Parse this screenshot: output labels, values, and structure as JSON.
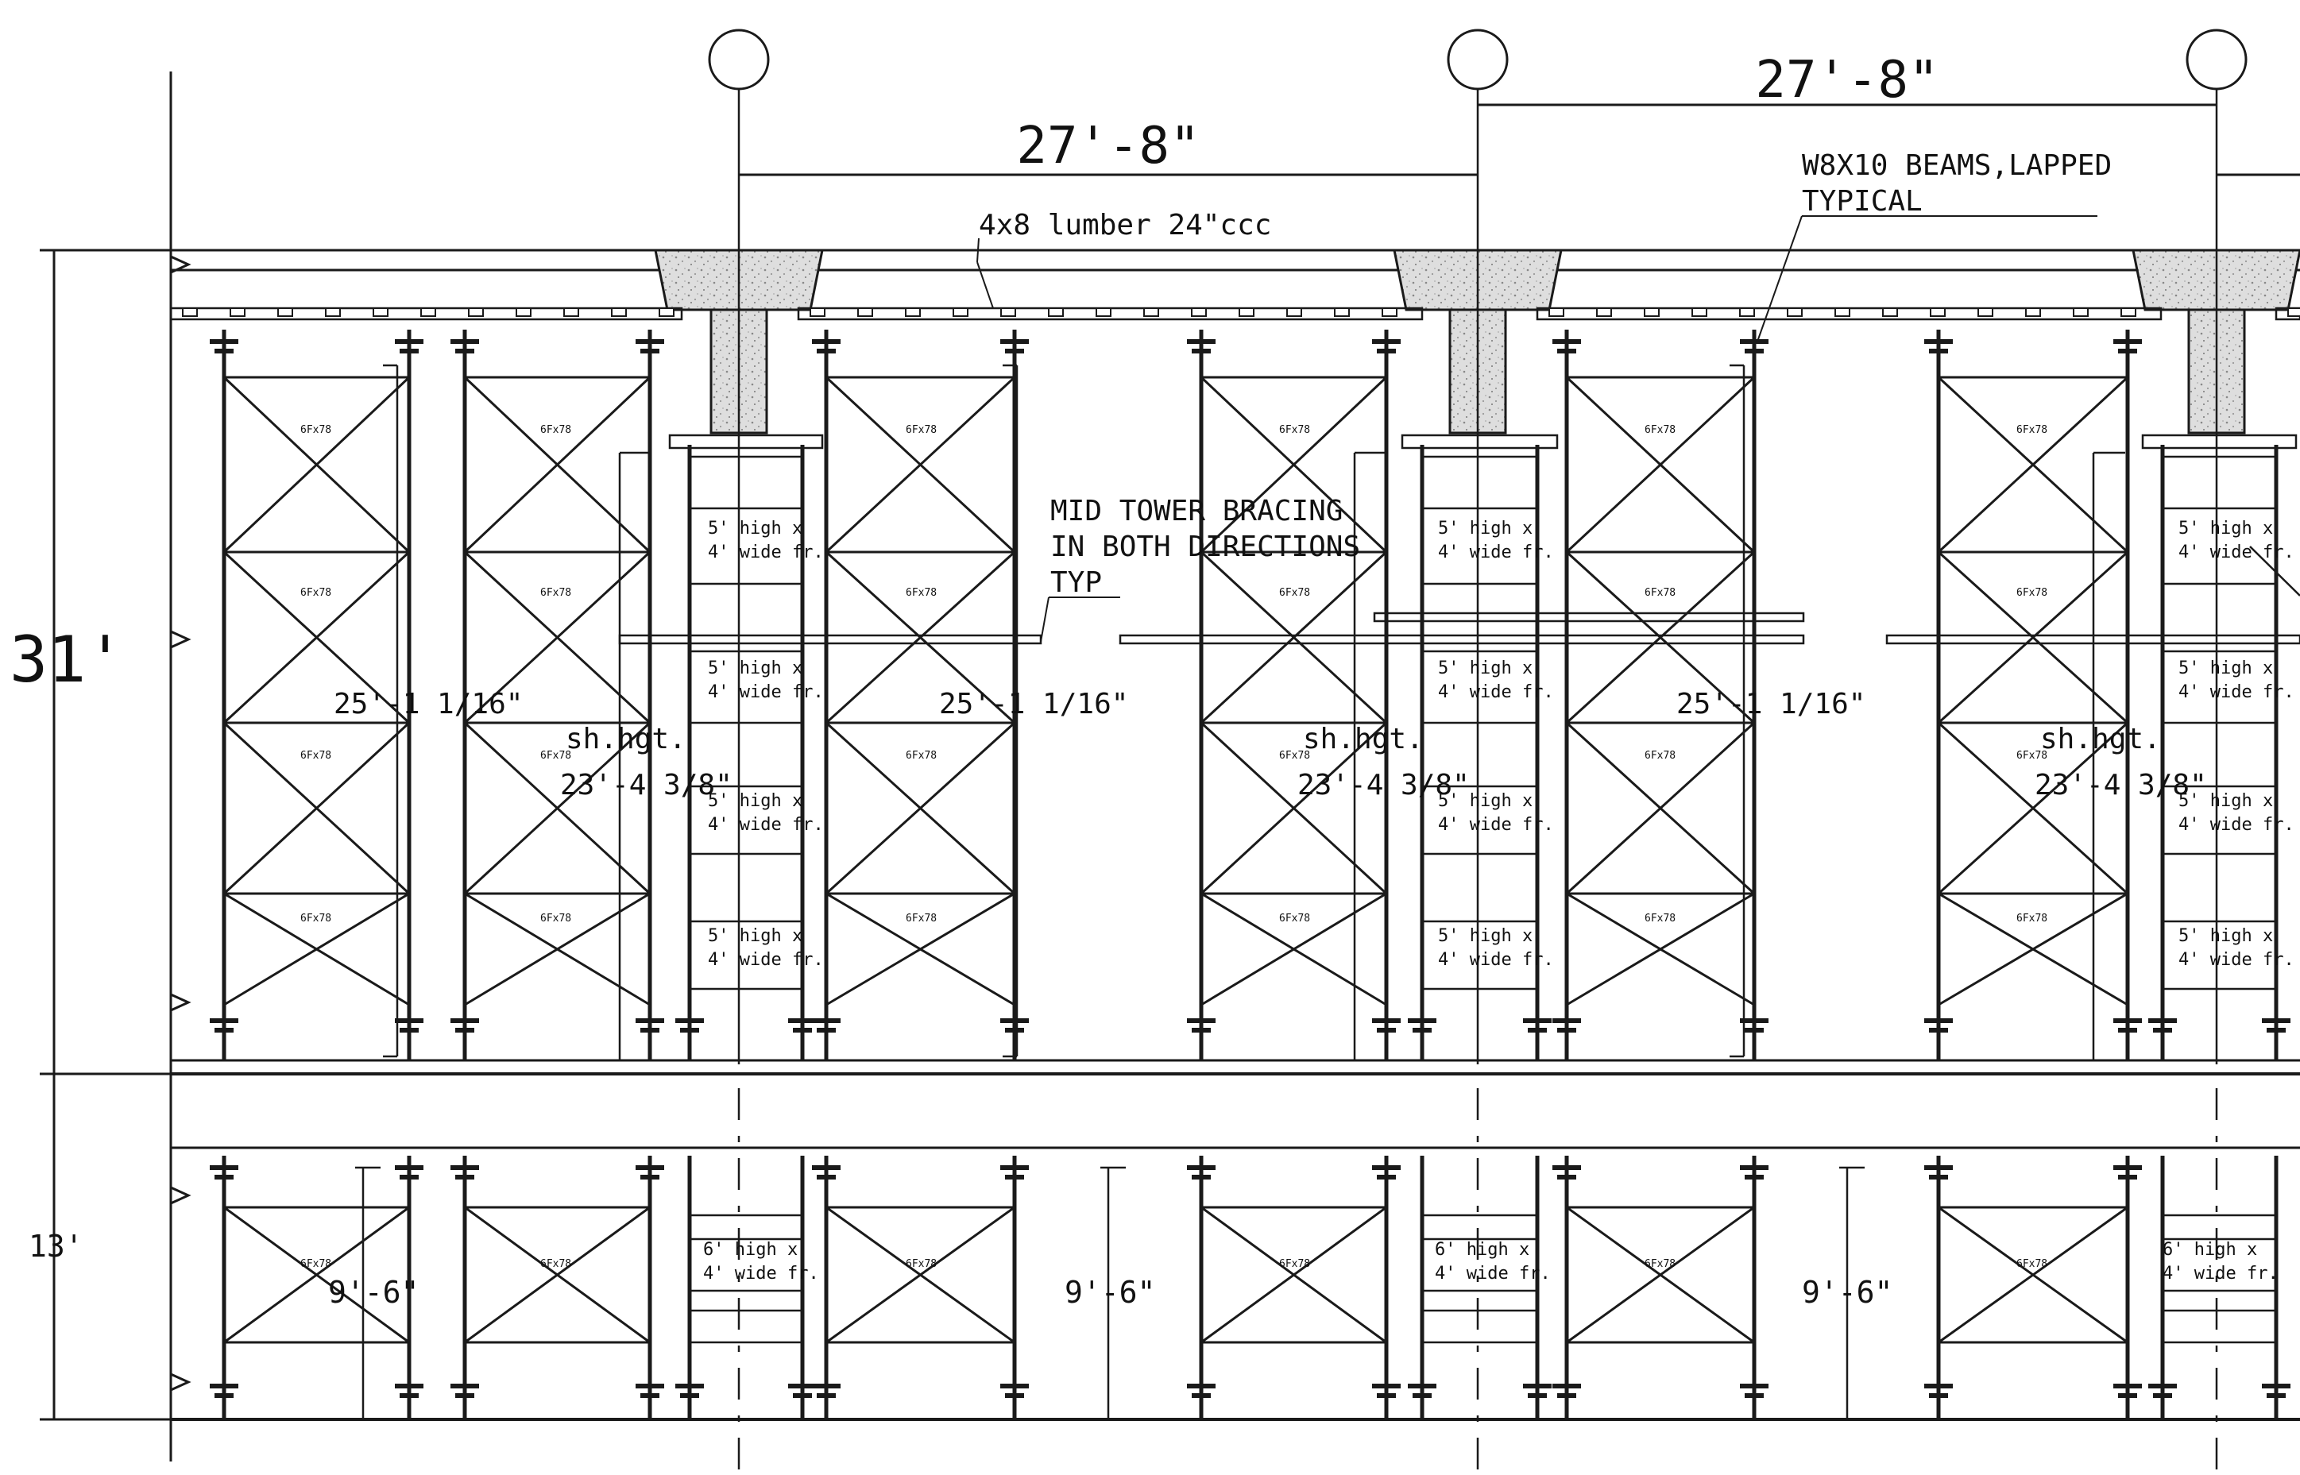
{
  "grid_lines": {
    "span_dims": [
      "27'-8\"",
      "27'-8\""
    ]
  },
  "callouts": {
    "lumber": "4x8 lumber 24\"ccc",
    "beams": [
      "W8X10 BEAMS,LAPPED",
      "TYPICAL"
    ],
    "bracing": [
      "MID TOWER BRACING",
      "IN BOTH DIRECTIONS",
      "TYP"
    ]
  },
  "levels": {
    "upper_height": "31'",
    "lower_height": "13'"
  },
  "tower_dims": {
    "upper_tower": "25'-1 1/16\"",
    "shore_label": "sh.hgt.",
    "shore_height": "23'-4 3/8\"",
    "lower_tower": "9'-6\""
  },
  "frame_labels": {
    "frame_tag": "6Fx78",
    "upper_frame": [
      "5' high x",
      "4' wide fr."
    ],
    "lower_frame": [
      "6' high x",
      "4' wide fr."
    ]
  },
  "colors": {
    "line": "#1a1a1a",
    "concrete_fill": "#dcdcdc",
    "background": "#ffffff"
  }
}
